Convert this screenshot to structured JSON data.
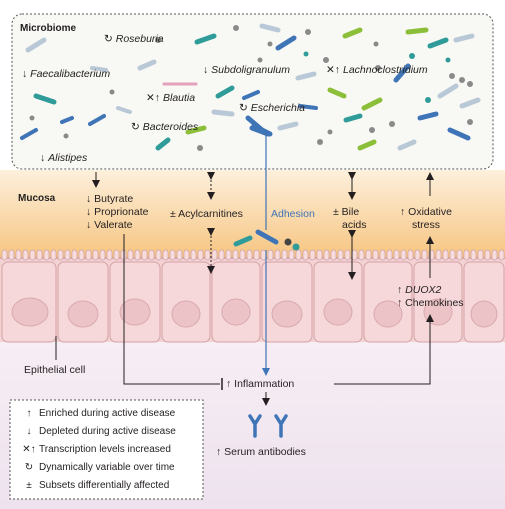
{
  "sections": {
    "microbiome": "Microbiome",
    "mucosa": "Mucosa"
  },
  "taxa": {
    "roseburia": {
      "sym": "↻",
      "name": "Roseburia"
    },
    "faecalibacterium": {
      "sym": "↓",
      "name": "Faecalibacterium"
    },
    "blautia": {
      "sym": "✕↑",
      "name": "Blautia"
    },
    "subdoligranulum": {
      "sym": "↓",
      "name": "Subdoligranulum"
    },
    "lachnoclostridium": {
      "sym": "✕↑",
      "name": "Lachnoclostridium"
    },
    "escherichia": {
      "sym": "↻",
      "name": "Escherichia"
    },
    "bacteroides": {
      "sym": "↻",
      "name": "Bacteroides"
    },
    "alistipes": {
      "sym": "↓",
      "name": "Alistipes"
    }
  },
  "metabolites": {
    "butyrate": "↓ Butyrate",
    "proprionate": "↓ Proprionate",
    "valerate": "↓ Valerate",
    "acylcarnitines": "± Acylcarnitines",
    "adhesion": "Adhesion",
    "bile_1": "± Bile",
    "bile_2": "acids",
    "oxidative_1": "↑ Oxidative",
    "oxidative_2": "stress"
  },
  "host": {
    "duox2_sym": "↑",
    "duox2": "DUOX2",
    "chemokines": "↑ Chemokines",
    "epithelial": "Epithelial cell",
    "inflammation": "↑ Inflammation",
    "serum": "↑ Serum antibodies"
  },
  "legend": [
    {
      "sym": "↑",
      "text": "Enriched during active disease"
    },
    {
      "sym": "↓",
      "text": "Depleted during active disease"
    },
    {
      "sym": "✕↑",
      "text": "Transcription levels increased"
    },
    {
      "sym": "↻",
      "text": "Dynamically variable over time"
    },
    {
      "sym": "±",
      "text": "Subsets differentially affected"
    }
  ],
  "colors": {
    "mucosa_top": "#fbe6c6",
    "mucosa_bottom": "#f6c37e",
    "cell_fill": "#f5d4d6",
    "cell_stroke": "#d6a5a8",
    "lumen_fill": "#f3ebf2",
    "blue": "#3f74b6",
    "teal": "#2f9c9a",
    "green": "#8bbf3a"
  }
}
